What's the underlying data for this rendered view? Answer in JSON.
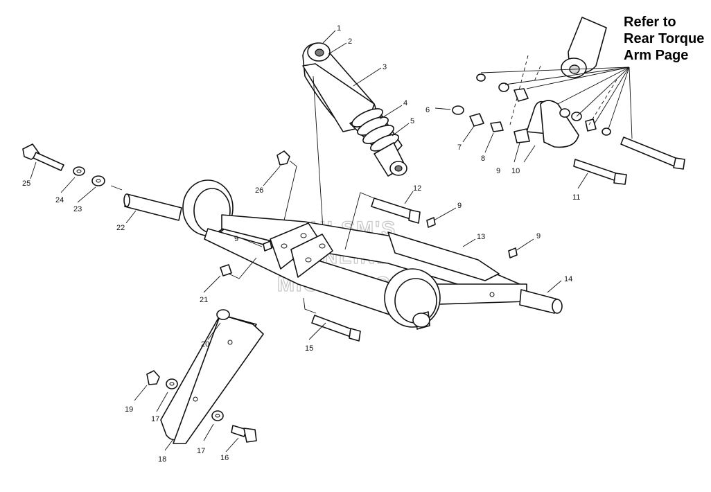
{
  "note": {
    "lines": [
      "Refer to",
      "Rear Torque",
      "Arm Page"
    ]
  },
  "watermark": {
    "lines": [
      "HLSM'S",
      "ONLINE",
      "MICROFICHE"
    ]
  },
  "callouts": [
    {
      "id": "1",
      "text": "1"
    },
    {
      "id": "2",
      "text": "2"
    },
    {
      "id": "3",
      "text": "3"
    },
    {
      "id": "4",
      "text": "4"
    },
    {
      "id": "5",
      "text": "5"
    },
    {
      "id": "6",
      "text": "6"
    },
    {
      "id": "7",
      "text": "7"
    },
    {
      "id": "8",
      "text": "8"
    },
    {
      "id": "9a",
      "text": "9"
    },
    {
      "id": "10",
      "text": "10"
    },
    {
      "id": "11",
      "text": "11"
    },
    {
      "id": "12",
      "text": "12"
    },
    {
      "id": "9b",
      "text": "9"
    },
    {
      "id": "13",
      "text": "13"
    },
    {
      "id": "9c",
      "text": "9"
    },
    {
      "id": "9d",
      "text": "9"
    },
    {
      "id": "14",
      "text": "14"
    },
    {
      "id": "15",
      "text": "15"
    },
    {
      "id": "21",
      "text": "21"
    },
    {
      "id": "22",
      "text": "22"
    },
    {
      "id": "23",
      "text": "23"
    },
    {
      "id": "24",
      "text": "24"
    },
    {
      "id": "25",
      "text": "25"
    },
    {
      "id": "26",
      "text": "26"
    },
    {
      "id": "20",
      "text": "20"
    },
    {
      "id": "19",
      "text": "19"
    },
    {
      "id": "17a",
      "text": "17"
    },
    {
      "id": "17b",
      "text": "17"
    },
    {
      "id": "18",
      "text": "18"
    },
    {
      "id": "16",
      "text": "16"
    }
  ]
}
